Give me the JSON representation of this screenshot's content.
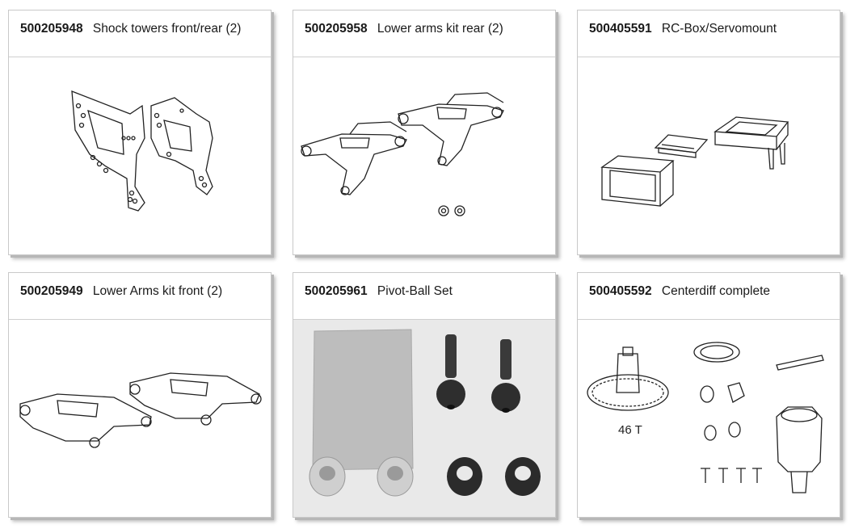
{
  "cards": [
    {
      "code": "500205948",
      "title": "Shock towers front/rear (2)"
    },
    {
      "code": "500205958",
      "title": "Lower arms kit rear (2)"
    },
    {
      "code": "500405591",
      "title": "RC-Box/Servomount"
    },
    {
      "code": "500205949",
      "title": "Lower Arms kit front (2)"
    },
    {
      "code": "500205961",
      "title": "Pivot-Ball Set"
    },
    {
      "code": "500405592",
      "title": "Centerdiff complete"
    }
  ],
  "centerdiff": {
    "gear_label": "46 T"
  },
  "colors": {
    "border": "#c9c9c9",
    "line": "#222222",
    "photo_bg": "#e9e9e9"
  }
}
